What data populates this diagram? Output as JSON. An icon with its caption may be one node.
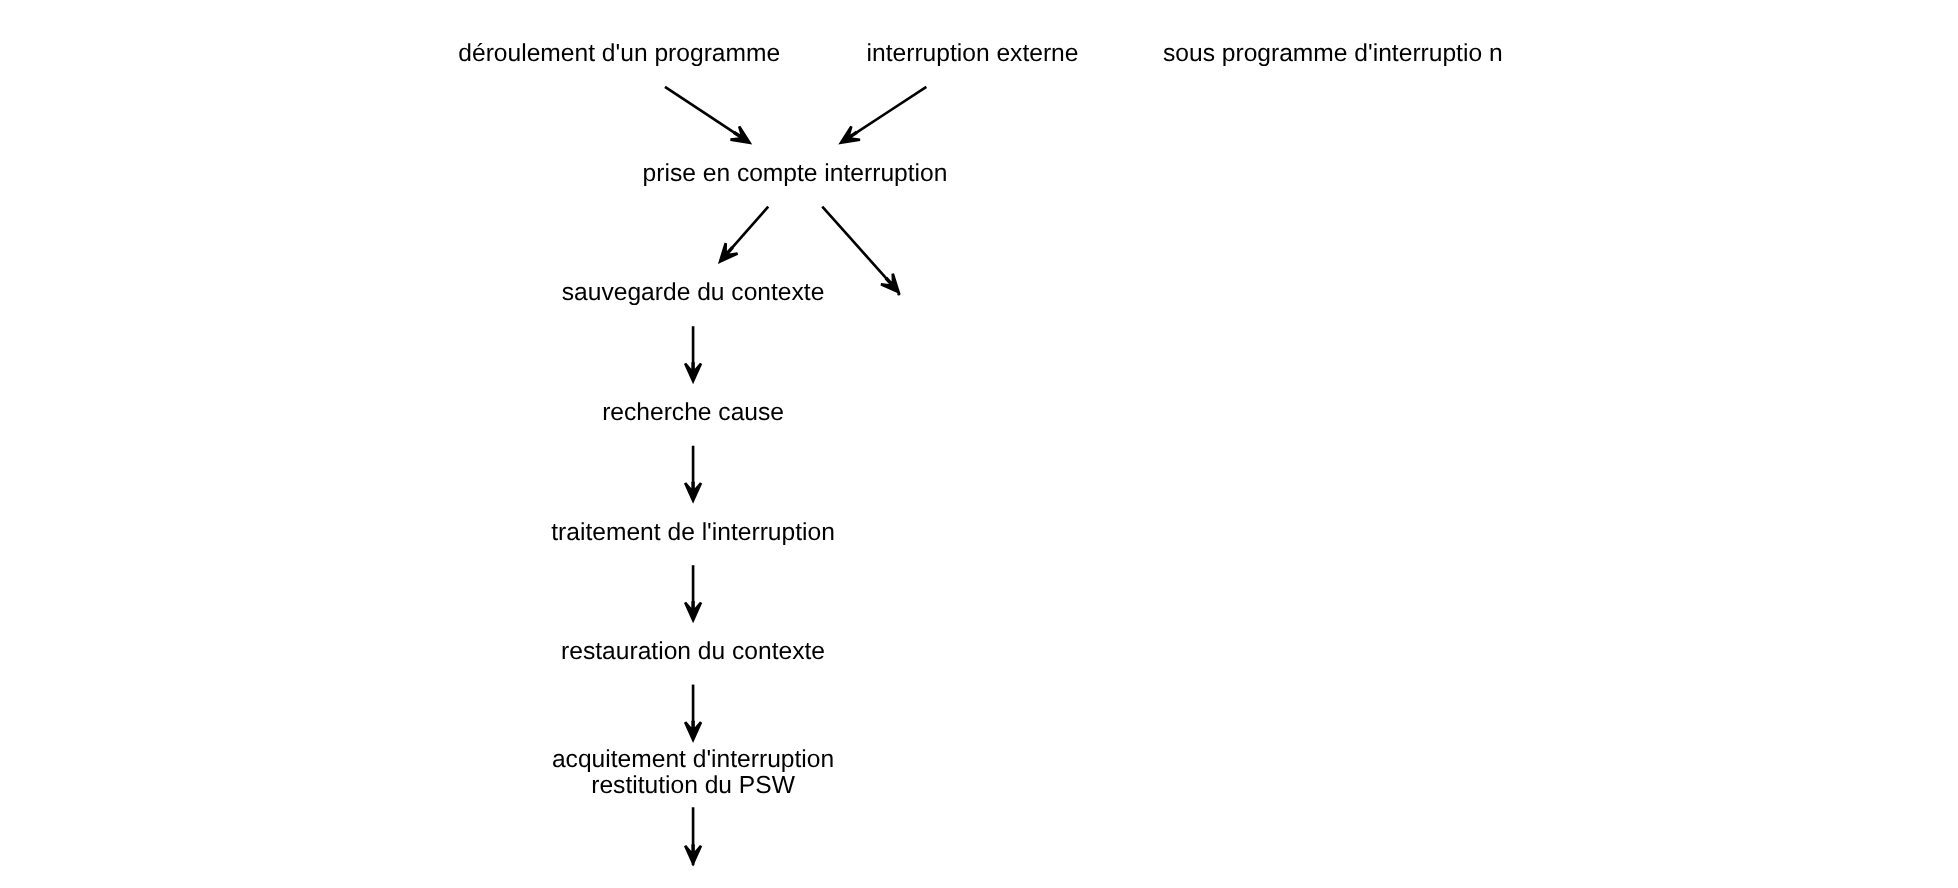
{
  "diagram": {
    "nodes": [
      {
        "text": [
          "déroulement d'un programme"
        ]
      },
      {
        "text": [
          "interruption externe"
        ]
      },
      {
        "text": [
          "prise en compte interruption"
        ]
      },
      {
        "text": [
          "sauvegarde du contexte"
        ]
      },
      {
        "text": [
          "recherche cause"
        ]
      },
      {
        "text": [
          "traitement de l'interruption"
        ]
      },
      {
        "text": [
          "restauration du contexte"
        ]
      },
      {
        "text": [
          "acquitement d'interruption",
          "restitution du PSW"
        ]
      }
    ],
    "edges": [
      {
        "from": 0,
        "to": 2,
        "arrow": "to"
      },
      {
        "from": 1,
        "to": 2,
        "arrow": "to"
      },
      {
        "from": 2,
        "to": 3,
        "arrow": "to"
      },
      {
        "from": 3,
        "to": 4,
        "arrow": "to"
      },
      {
        "from": 4,
        "to": 5,
        "arrow": "to"
      },
      {
        "from": 5,
        "to": 6,
        "arrow": "to"
      },
      {
        "from": 6,
        "to": 7,
        "arrow": "to"
      },
      {
        "from": 2,
        "to": null,
        "arrow": "to"
      },
      {
        "from": 7,
        "to": null,
        "arrow": "to"
      }
    ],
    "labels": [
      "sous programme d'interruptio n"
    ]
  }
}
